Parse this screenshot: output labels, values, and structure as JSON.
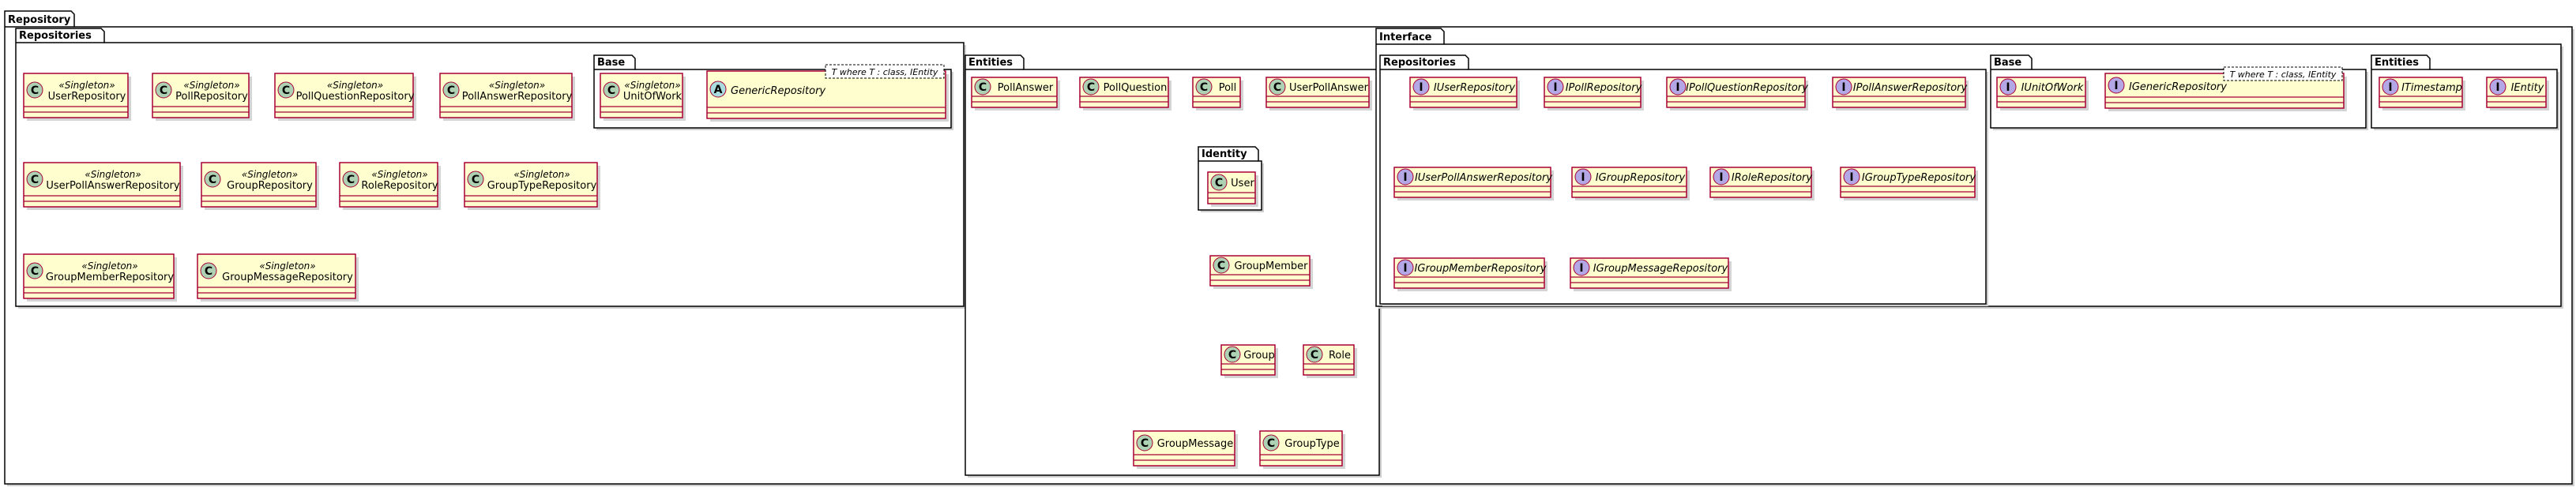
{
  "colors": {
    "class_fill": "#FEFECE",
    "class_border": "#A80036",
    "circle_c": "#ADD1B2",
    "circle_i": "#B4A7E5",
    "circle_a": "#A9DCDF",
    "package_border": "#000000",
    "edge": "#A80036"
  },
  "packages": {
    "repository": "Repository",
    "repositories": "Repositories",
    "repo_base": "Base",
    "entities": "Entities",
    "identity": "Identity",
    "interface": "Interface",
    "iface_repositories": "Repositories",
    "iface_base": "Base",
    "iface_entities": "Entities"
  },
  "stereotype": "«Singleton»",
  "template_param": "T where T : class, IEntity",
  "classes": {
    "user_repository": "UserRepository",
    "poll_repository": "PollRepository",
    "poll_question_repository": "PollQuestionRepository",
    "poll_answer_repository": "PollAnswerRepository",
    "user_poll_answer_repository": "UserPollAnswerRepository",
    "group_repository": "GroupRepository",
    "role_repository": "RoleRepository",
    "group_type_repository": "GroupTypeRepository",
    "group_member_repository": "GroupMemberRepository",
    "group_message_repository": "GroupMessageRepository",
    "unit_of_work": "UnitOfWork",
    "generic_repository": "GenericRepository",
    "poll_answer": "PollAnswer",
    "poll_question": "PollQuestion",
    "poll": "Poll",
    "user_poll_answer": "UserPollAnswer",
    "user": "User",
    "group_member": "GroupMember",
    "group": "Group",
    "role": "Role",
    "group_message": "GroupMessage",
    "group_type": "GroupType",
    "i_user_repository": "IUserRepository",
    "i_poll_repository": "IPollRepository",
    "i_poll_question_repository": "IPollQuestionRepository",
    "i_poll_answer_repository": "IPollAnswerRepository",
    "i_user_poll_answer_repository": "IUserPollAnswerRepository",
    "i_group_repository": "IGroupRepository",
    "i_role_repository": "IRoleRepository",
    "i_group_type_repository": "IGroupTypeRepository",
    "i_group_member_repository": "IGroupMemberRepository",
    "i_group_message_repository": "IGroupMessageRepository",
    "i_unit_of_work": "IUnitOfWork",
    "i_generic_repository": "IGenericRepository",
    "i_timestamp": "ITimestamp",
    "i_entity": "IEntity"
  }
}
